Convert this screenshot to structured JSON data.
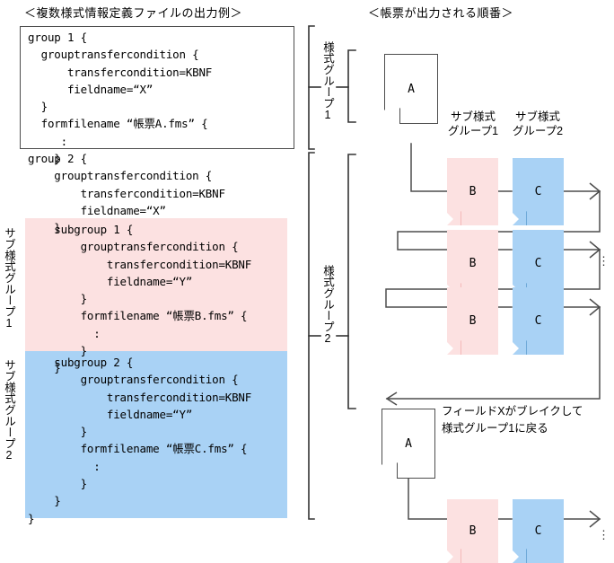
{
  "left_panel": {
    "title": "＜複数様式情報定義ファイルの出力例＞",
    "white_box_code": "group 1 {\n  grouptransfercondition {\n      transfercondition=KBNF\n      fieldname=“X”\n  }\n  formfilename “帳票A.fms” {\n     :\n    }",
    "group2_header_code": "group 2 {\n    grouptransfercondition {\n        transfercondition=KBNF\n        fieldname=“X”\n    }",
    "subgroup1_code": "    subgroup 1 {\n        grouptransfercondition {\n            transfercondition=KBNF\n            fieldname=“Y”\n        }\n        formfilename “帳票B.fms” {\n          :\n        }\n    }",
    "subgroup2_code": "    subgroup 2 {\n        grouptransfercondition {\n            transfercondition=KBNF\n            fieldname=“Y”\n        }\n        formfilename “帳票C.fms” {\n          :\n        }\n    }\n}",
    "side_label_subgroup1": "サブ様式グループ1",
    "side_label_subgroup2": "サブ様式グループ2"
  },
  "right_panel": {
    "title": "＜帳票が出力される順番＞",
    "bracket_label_group1": "様式グループ1",
    "bracket_label_group2": "様式グループ2",
    "column_head_1": "サブ様式\nグループ1",
    "column_head_2": "サブ様式\nグループ2",
    "page_a": "A",
    "page_b": "B",
    "page_c": "C",
    "break_note_line1": "フィールドXがブレイクして",
    "break_note_line2": "様式グループ1に戻る",
    "ellipsis": "⋮"
  },
  "colors": {
    "pink": "#fce1e1",
    "blue": "#a9d2f5",
    "line": "#4d4d4d",
    "text": "#000000"
  }
}
